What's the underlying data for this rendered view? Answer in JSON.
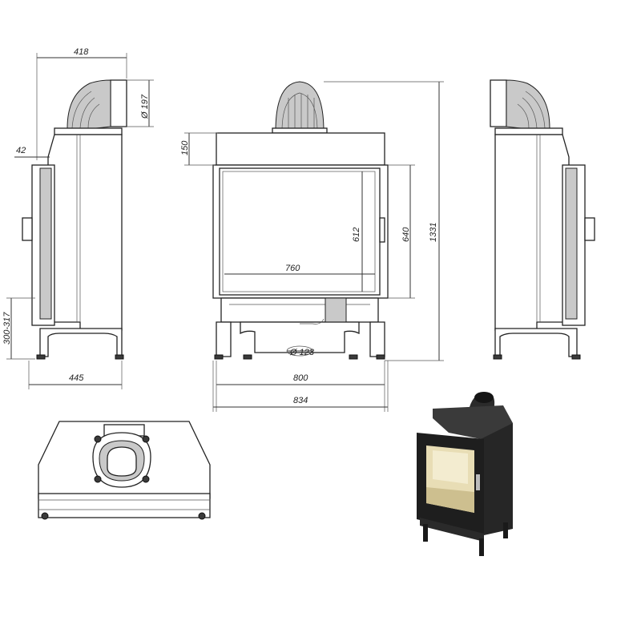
{
  "dimensions": {
    "side_depth_top": "418",
    "flue_diameter": "Ø 197",
    "top_offset": "42",
    "top_height": "150",
    "leg_height_range": "300-317",
    "base_depth": "445",
    "glass_width": "760",
    "glass_height": "612",
    "opening_height": "640",
    "total_height": "1331",
    "inlet_diameter": "Ø 123",
    "body_width": "800",
    "overall_width": "834"
  },
  "colors": {
    "line": "#333333",
    "glass": "#e8ddb5",
    "steel": "#2b2b2b"
  }
}
